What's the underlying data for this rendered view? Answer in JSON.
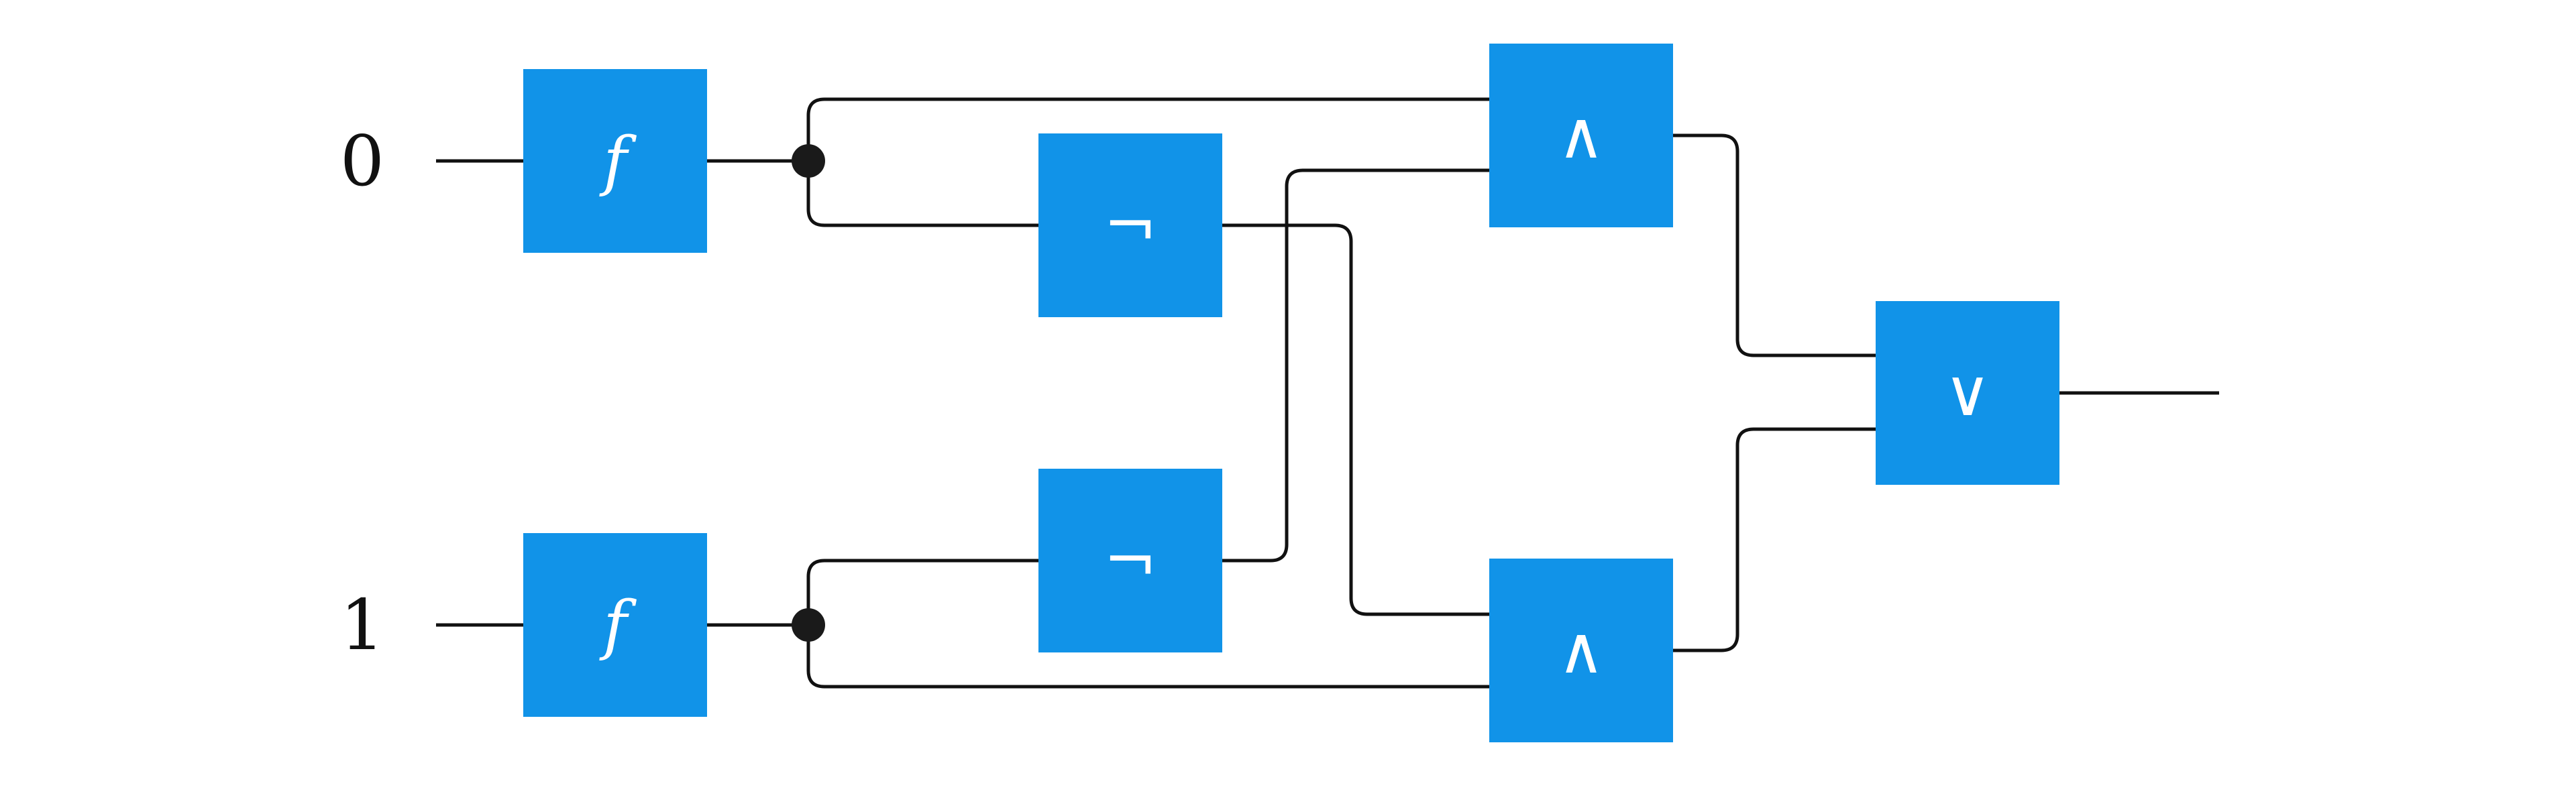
{
  "colors": {
    "gate": "#1193e8",
    "wire": "#111111",
    "junction": "#1a1a1a",
    "background": "#ffffff"
  },
  "inputs": [
    {
      "label": "0"
    },
    {
      "label": "1"
    }
  ],
  "gates": {
    "f_top": {
      "symbol": "f"
    },
    "f_bottom": {
      "symbol": "f"
    },
    "not_top": {
      "symbol": "¬"
    },
    "not_bottom": {
      "symbol": "¬"
    },
    "and_top": {
      "symbol": "∧"
    },
    "and_bottom": {
      "symbol": "∧"
    },
    "or": {
      "symbol": "∨"
    }
  }
}
